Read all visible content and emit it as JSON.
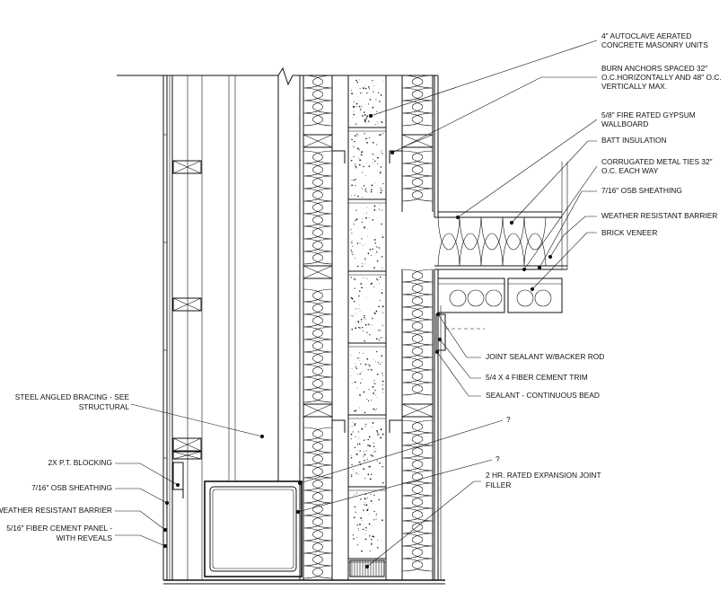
{
  "labels_right": [
    {
      "id": "aac-cmu",
      "lines": [
        "4\" AUTOCLAVE AERATED",
        "CONCRETE MASONRY UNITS"
      ]
    },
    {
      "id": "burn-anchors",
      "lines": [
        "BURN ANCHORS SPACED 32\"",
        "O.C.HORIZONTALLY AND 48\" O.C.",
        "VERTICALLY MAX."
      ]
    },
    {
      "id": "gypsum",
      "lines": [
        "5/8\" FIRE RATED GYPSUM",
        "WALLBOARD"
      ]
    },
    {
      "id": "batt",
      "lines": [
        "BATT INSULATION"
      ]
    },
    {
      "id": "metal-ties",
      "lines": [
        "CORRUGATED METAL TIES 32\"",
        "O.C. EACH WAY"
      ]
    },
    {
      "id": "osb-r",
      "lines": [
        "7/16\" OSB SHEATHING"
      ]
    },
    {
      "id": "wrb-r",
      "lines": [
        "WEATHER RESISTANT BARRIER"
      ]
    },
    {
      "id": "brick",
      "lines": [
        "BRICK VENEER"
      ]
    }
  ],
  "labels_mid": [
    {
      "id": "joint-sealant",
      "lines": [
        "JOINT SEALANT W/BACKER ROD"
      ]
    },
    {
      "id": "trim",
      "lines": [
        "5/4 X 4 FIBER CEMENT TRIM"
      ]
    },
    {
      "id": "sealant",
      "lines": [
        "SEALANT - CONTINUOUS BEAD"
      ]
    },
    {
      "id": "q1",
      "lines": [
        "?"
      ]
    },
    {
      "id": "q2",
      "lines": [
        "?"
      ]
    },
    {
      "id": "exp-joint",
      "lines": [
        "2 HR. RATED EXPANSION JOINT",
        "FILLER"
      ]
    }
  ],
  "labels_left": [
    {
      "id": "bracing",
      "lines": [
        "STEEL ANGLED BRACING - SEE",
        "STRUCTURAL"
      ]
    },
    {
      "id": "blocking",
      "lines": [
        "2X P.T. BLOCKING"
      ]
    },
    {
      "id": "osb-l",
      "lines": [
        "7/16\" OSB SHEATHING"
      ]
    },
    {
      "id": "wrb-l",
      "lines": [
        "WEATHER RESISTANT BARRIER"
      ]
    },
    {
      "id": "fiber-panel",
      "lines": [
        "5/16\" FIBER CEMENT PANEL -",
        "WITH REVEALS"
      ]
    }
  ]
}
